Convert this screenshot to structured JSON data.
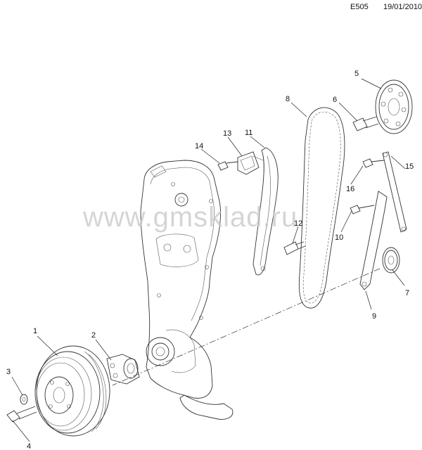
{
  "header": {
    "code": "E505",
    "date": "19/01/2010"
  },
  "watermark": "www.gmsklad.ru",
  "callouts": [
    {
      "id": "1",
      "label": "1"
    },
    {
      "id": "2",
      "label": "2"
    },
    {
      "id": "3",
      "label": "3"
    },
    {
      "id": "4",
      "label": "4"
    },
    {
      "id": "5",
      "label": "5"
    },
    {
      "id": "6",
      "label": "6"
    },
    {
      "id": "7",
      "label": "7"
    },
    {
      "id": "8",
      "label": "8"
    },
    {
      "id": "9",
      "label": "9"
    },
    {
      "id": "10",
      "label": "10"
    },
    {
      "id": "11",
      "label": "11"
    },
    {
      "id": "12",
      "label": "12"
    },
    {
      "id": "13",
      "label": "13"
    },
    {
      "id": "14",
      "label": "14"
    },
    {
      "id": "15",
      "label": "15"
    },
    {
      "id": "16",
      "label": "16"
    }
  ]
}
